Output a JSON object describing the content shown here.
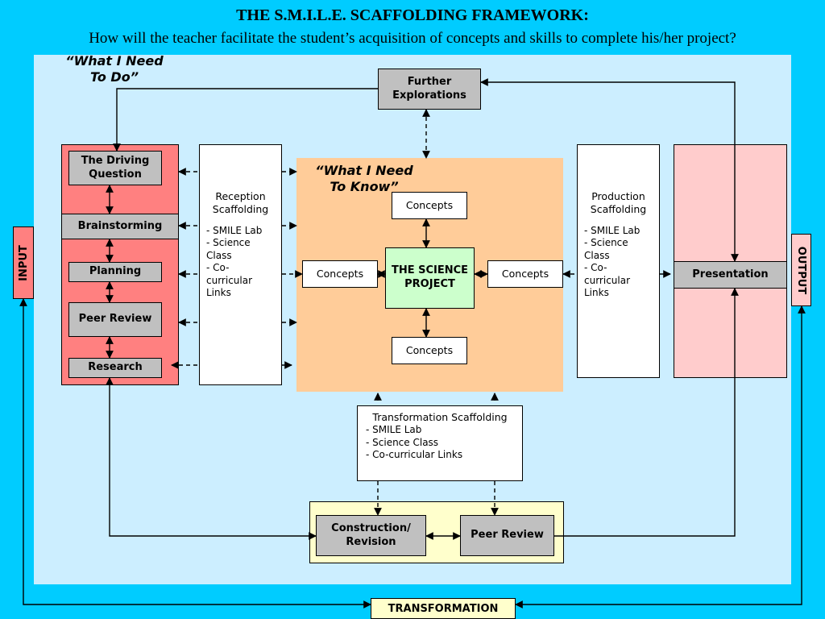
{
  "header": {
    "title": "THE S.M.I.L.E. SCAFFOLDING FRAMEWORK:",
    "subtitle": "How will the teacher facilitate the student’s acquisition of concepts and skills to complete his/her project?"
  },
  "labels": {
    "what_i_need_to_do": "“What I Need\nTo Do”",
    "what_i_need_to_know": "“What I Need\nTo Know”",
    "input": "INPUT",
    "output": "OUTPUT",
    "transformation": "TRANSFORMATION"
  },
  "process_steps": {
    "driving_question": "The Driving Question",
    "brainstorming": "Brainstorming",
    "planning": "Planning",
    "peer_review": "Peer Review",
    "research": "Research"
  },
  "further_explorations": "Further Explorations",
  "reception": {
    "heading": "Reception Scaffolding",
    "items": "- SMILE Lab\n- Science Class\n- Co-curricular\n  Links"
  },
  "production": {
    "heading": "Production Scaffolding",
    "items": "- SMILE Lab\n- Science Class\n- Co-curricular\n  Links"
  },
  "transformation_scaffolding": {
    "heading": "Transformation Scaffolding",
    "items": "- SMILE Lab\n- Science Class\n- Co-curricular Links"
  },
  "core": {
    "project": "THE SCIENCE PROJECT",
    "concepts_top": "Concepts",
    "concepts_left": "Concepts",
    "concepts_right": "Concepts",
    "concepts_bottom": "Concepts"
  },
  "presentation": "Presentation",
  "construction": {
    "construction_revision": "Construction/ Revision",
    "peer_review": "Peer Review"
  },
  "colors": {
    "background": "#00ccff",
    "panel": "#cceeff",
    "todo_panel": "#ff8080",
    "know_panel": "#ffcc99",
    "output_panel": "#ffcccc",
    "project_box": "#ccffcc",
    "construction_panel": "#ffffcc",
    "gray_box": "#c0c0c0"
  }
}
